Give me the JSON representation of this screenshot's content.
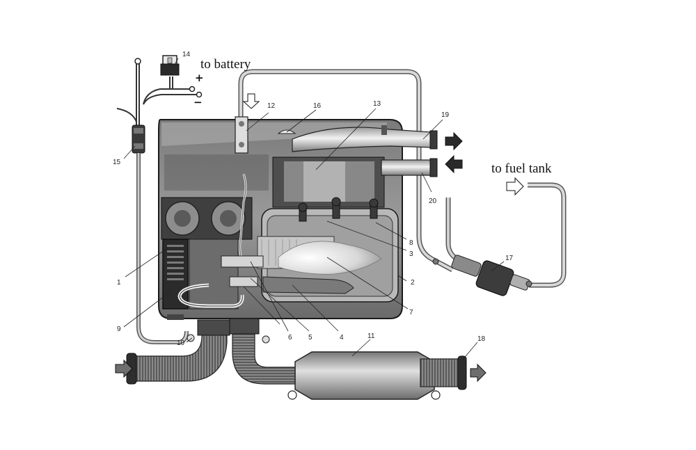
{
  "texts": {
    "to_battery": "to battery",
    "to_fuel_tank": "to fuel tank",
    "plus": "+",
    "minus": "−"
  },
  "callouts": [
    "1",
    "2",
    "3",
    "4",
    "5",
    "6",
    "7",
    "8",
    "9",
    "10",
    "11",
    "12",
    "13",
    "14",
    "15",
    "16",
    "17",
    "18",
    "19",
    "20"
  ],
  "colors": {
    "housing": "#8e8e8e",
    "housing_dark": "#4a4a4a",
    "housing_light": "#c9c9c9",
    "pipe": "#b5b5b5",
    "flame": "#e8e8e8",
    "outline": "#1a1a1a",
    "arrow_fill": "#6e6e6e"
  },
  "icons": {
    "fuse": "fuse-icon",
    "glow_plug": "glow-plug-icon",
    "fuel_pump": "fuel-pump-icon"
  }
}
